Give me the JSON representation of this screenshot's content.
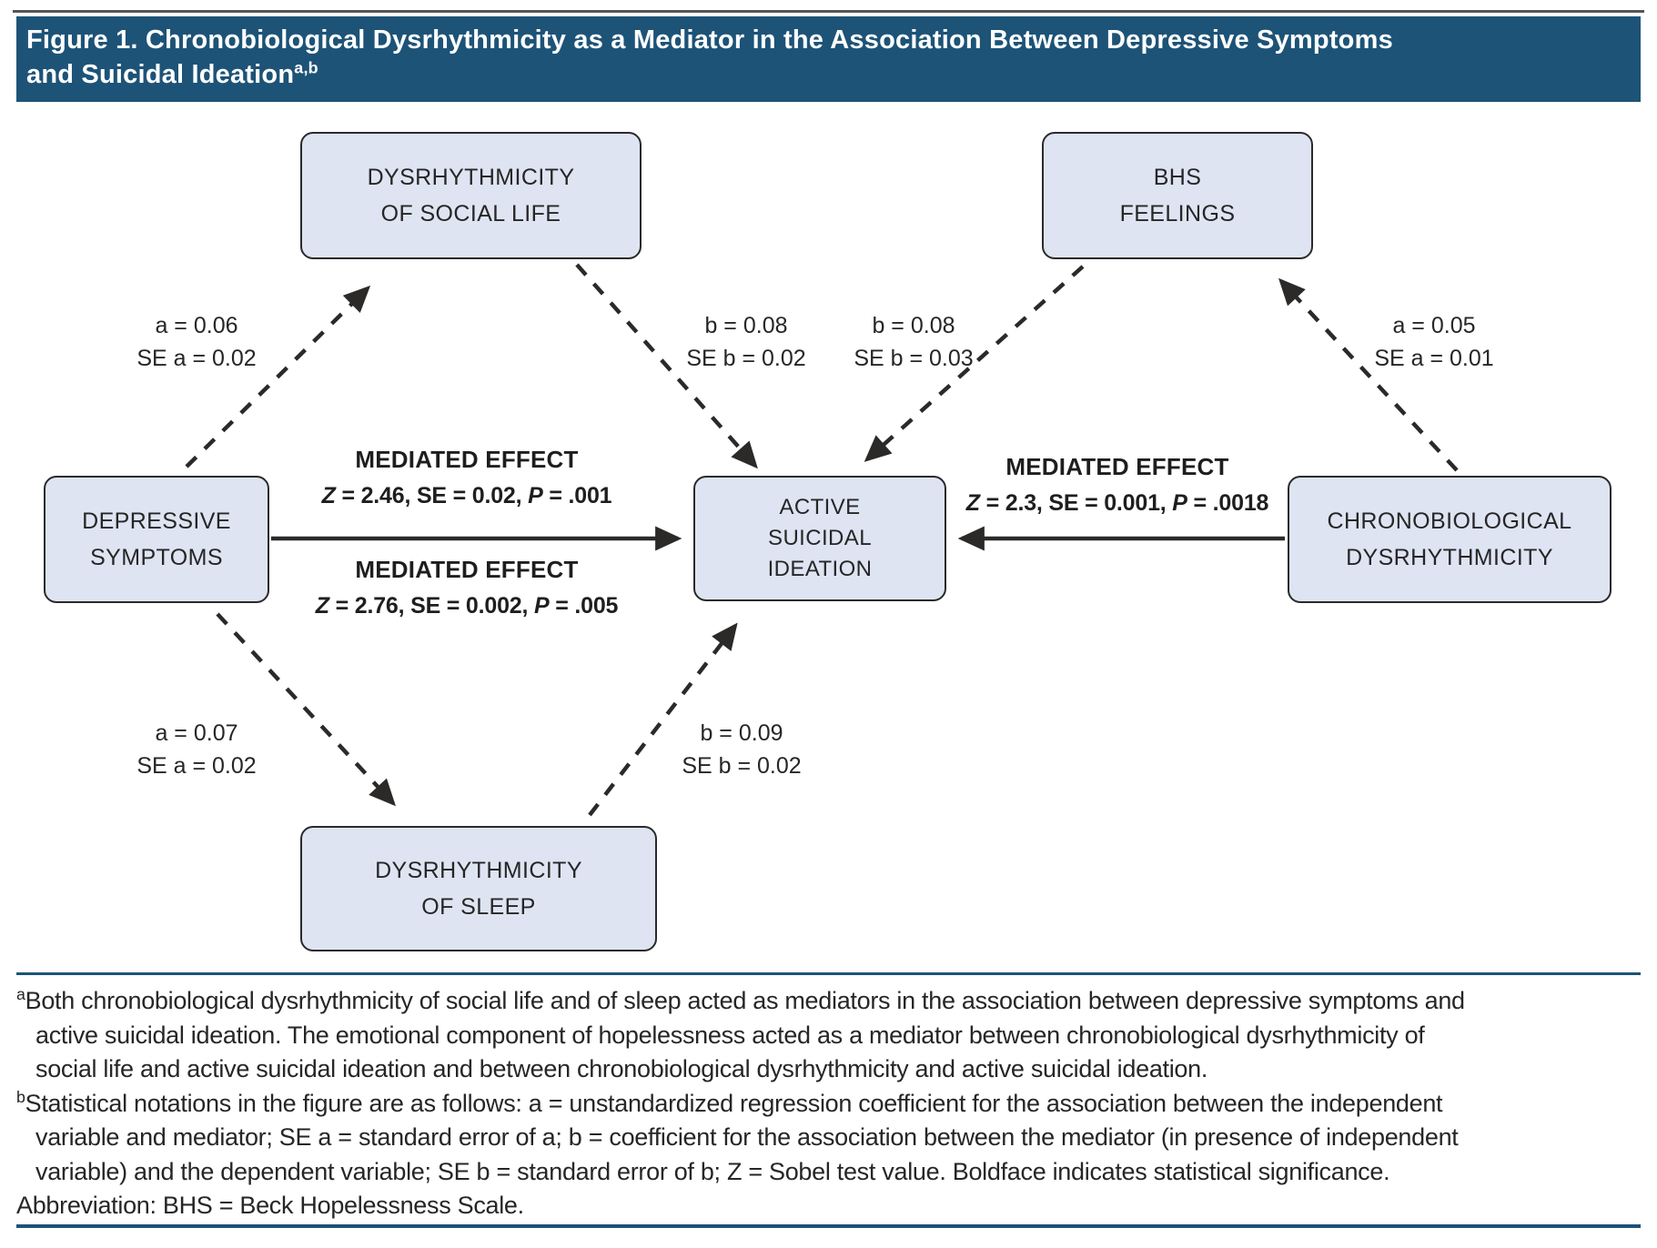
{
  "colors": {
    "title_bar_navy": "#1d5377",
    "box_fill": "#dee4f2",
    "box_border": "#2b2a29",
    "text": "#262626",
    "top_rule_gray": "#55565a"
  },
  "title": {
    "line1": "Figure 1. Chronobiological Dysrhythmicity as a Mediator in the Association Between Depressive Symptoms",
    "line2": "and Suicidal Ideation",
    "superscript": "a,b"
  },
  "diagram": {
    "boxes": {
      "social": {
        "lines": [
          "DYSRHYTHMICITY",
          "OF SOCIAL LIFE"
        ]
      },
      "bhs": {
        "lines": [
          "BHS",
          "FEELINGS"
        ]
      },
      "depressive": {
        "lines": [
          "DEPRESSIVE",
          "SYMPTOMS"
        ]
      },
      "active": {
        "lines": [
          "ACTIVE",
          "SUICIDAL",
          "IDEATION"
        ]
      },
      "chrono": {
        "lines": [
          "CHRONOBIOLOGICAL",
          "DYSRHYTHMICITY"
        ]
      },
      "sleep": {
        "lines": [
          "DYSRHYTHMICITY",
          "OF SLEEP"
        ]
      }
    },
    "path_labels": {
      "a_social": {
        "line1": "a = 0.06",
        "line2": "SE a = 0.02"
      },
      "b_social": {
        "line1": "b = 0.08",
        "line2": "SE b = 0.02"
      },
      "b_bhs": {
        "line1": "b = 0.08",
        "line2": "SE b = 0.03"
      },
      "a_bhs": {
        "line1": "a = 0.05",
        "line2": "SE a = 0.01"
      },
      "a_sleep": {
        "line1": "a = 0.07",
        "line2": "SE a = 0.02"
      },
      "b_sleep": {
        "line1": "b = 0.09",
        "line2": "SE b = 0.02"
      }
    },
    "mediated_effects": {
      "social_route": {
        "heading": "MEDIATED EFFECT",
        "z": "Z",
        "mid": " = 2.46, SE = 0.02, ",
        "p": "P",
        "tail": " = .001"
      },
      "sleep_route": {
        "heading": "MEDIATED EFFECT",
        "z": "Z",
        "mid": " = 2.76, SE = 0.002, ",
        "p": "P",
        "tail": " = .005"
      },
      "bhs_route": {
        "heading": "MEDIATED EFFECT",
        "z": "Z",
        "mid": " = 2.3, SE = 0.001, ",
        "p": "P",
        "tail": " = .0018"
      }
    }
  },
  "footnotes": {
    "a": {
      "marker": "a",
      "lines": [
        "Both chronobiological dysrhythmicity of social life and of sleep acted as mediators in the association between depressive symptoms and",
        "active suicidal ideation. The emotional component of hopelessness acted as a mediator between chronobiological dysrhythmicity of",
        "social life and active suicidal ideation and between chronobiological dysrhythmicity and active suicidal ideation."
      ]
    },
    "b": {
      "marker": "b",
      "lines": [
        "Statistical notations in the figure are as follows: a = unstandardized regression coefficient for the association between the independent",
        "variable and mediator; SE a = standard error of a; b = coefficient for the association between the mediator (in presence of independent",
        "variable) and the dependent variable; SE b = standard error of b; Z = Sobel test value. Boldface indicates statistical significance."
      ]
    },
    "abbreviation": "Abbreviation: BHS = Beck Hopelessness Scale."
  }
}
